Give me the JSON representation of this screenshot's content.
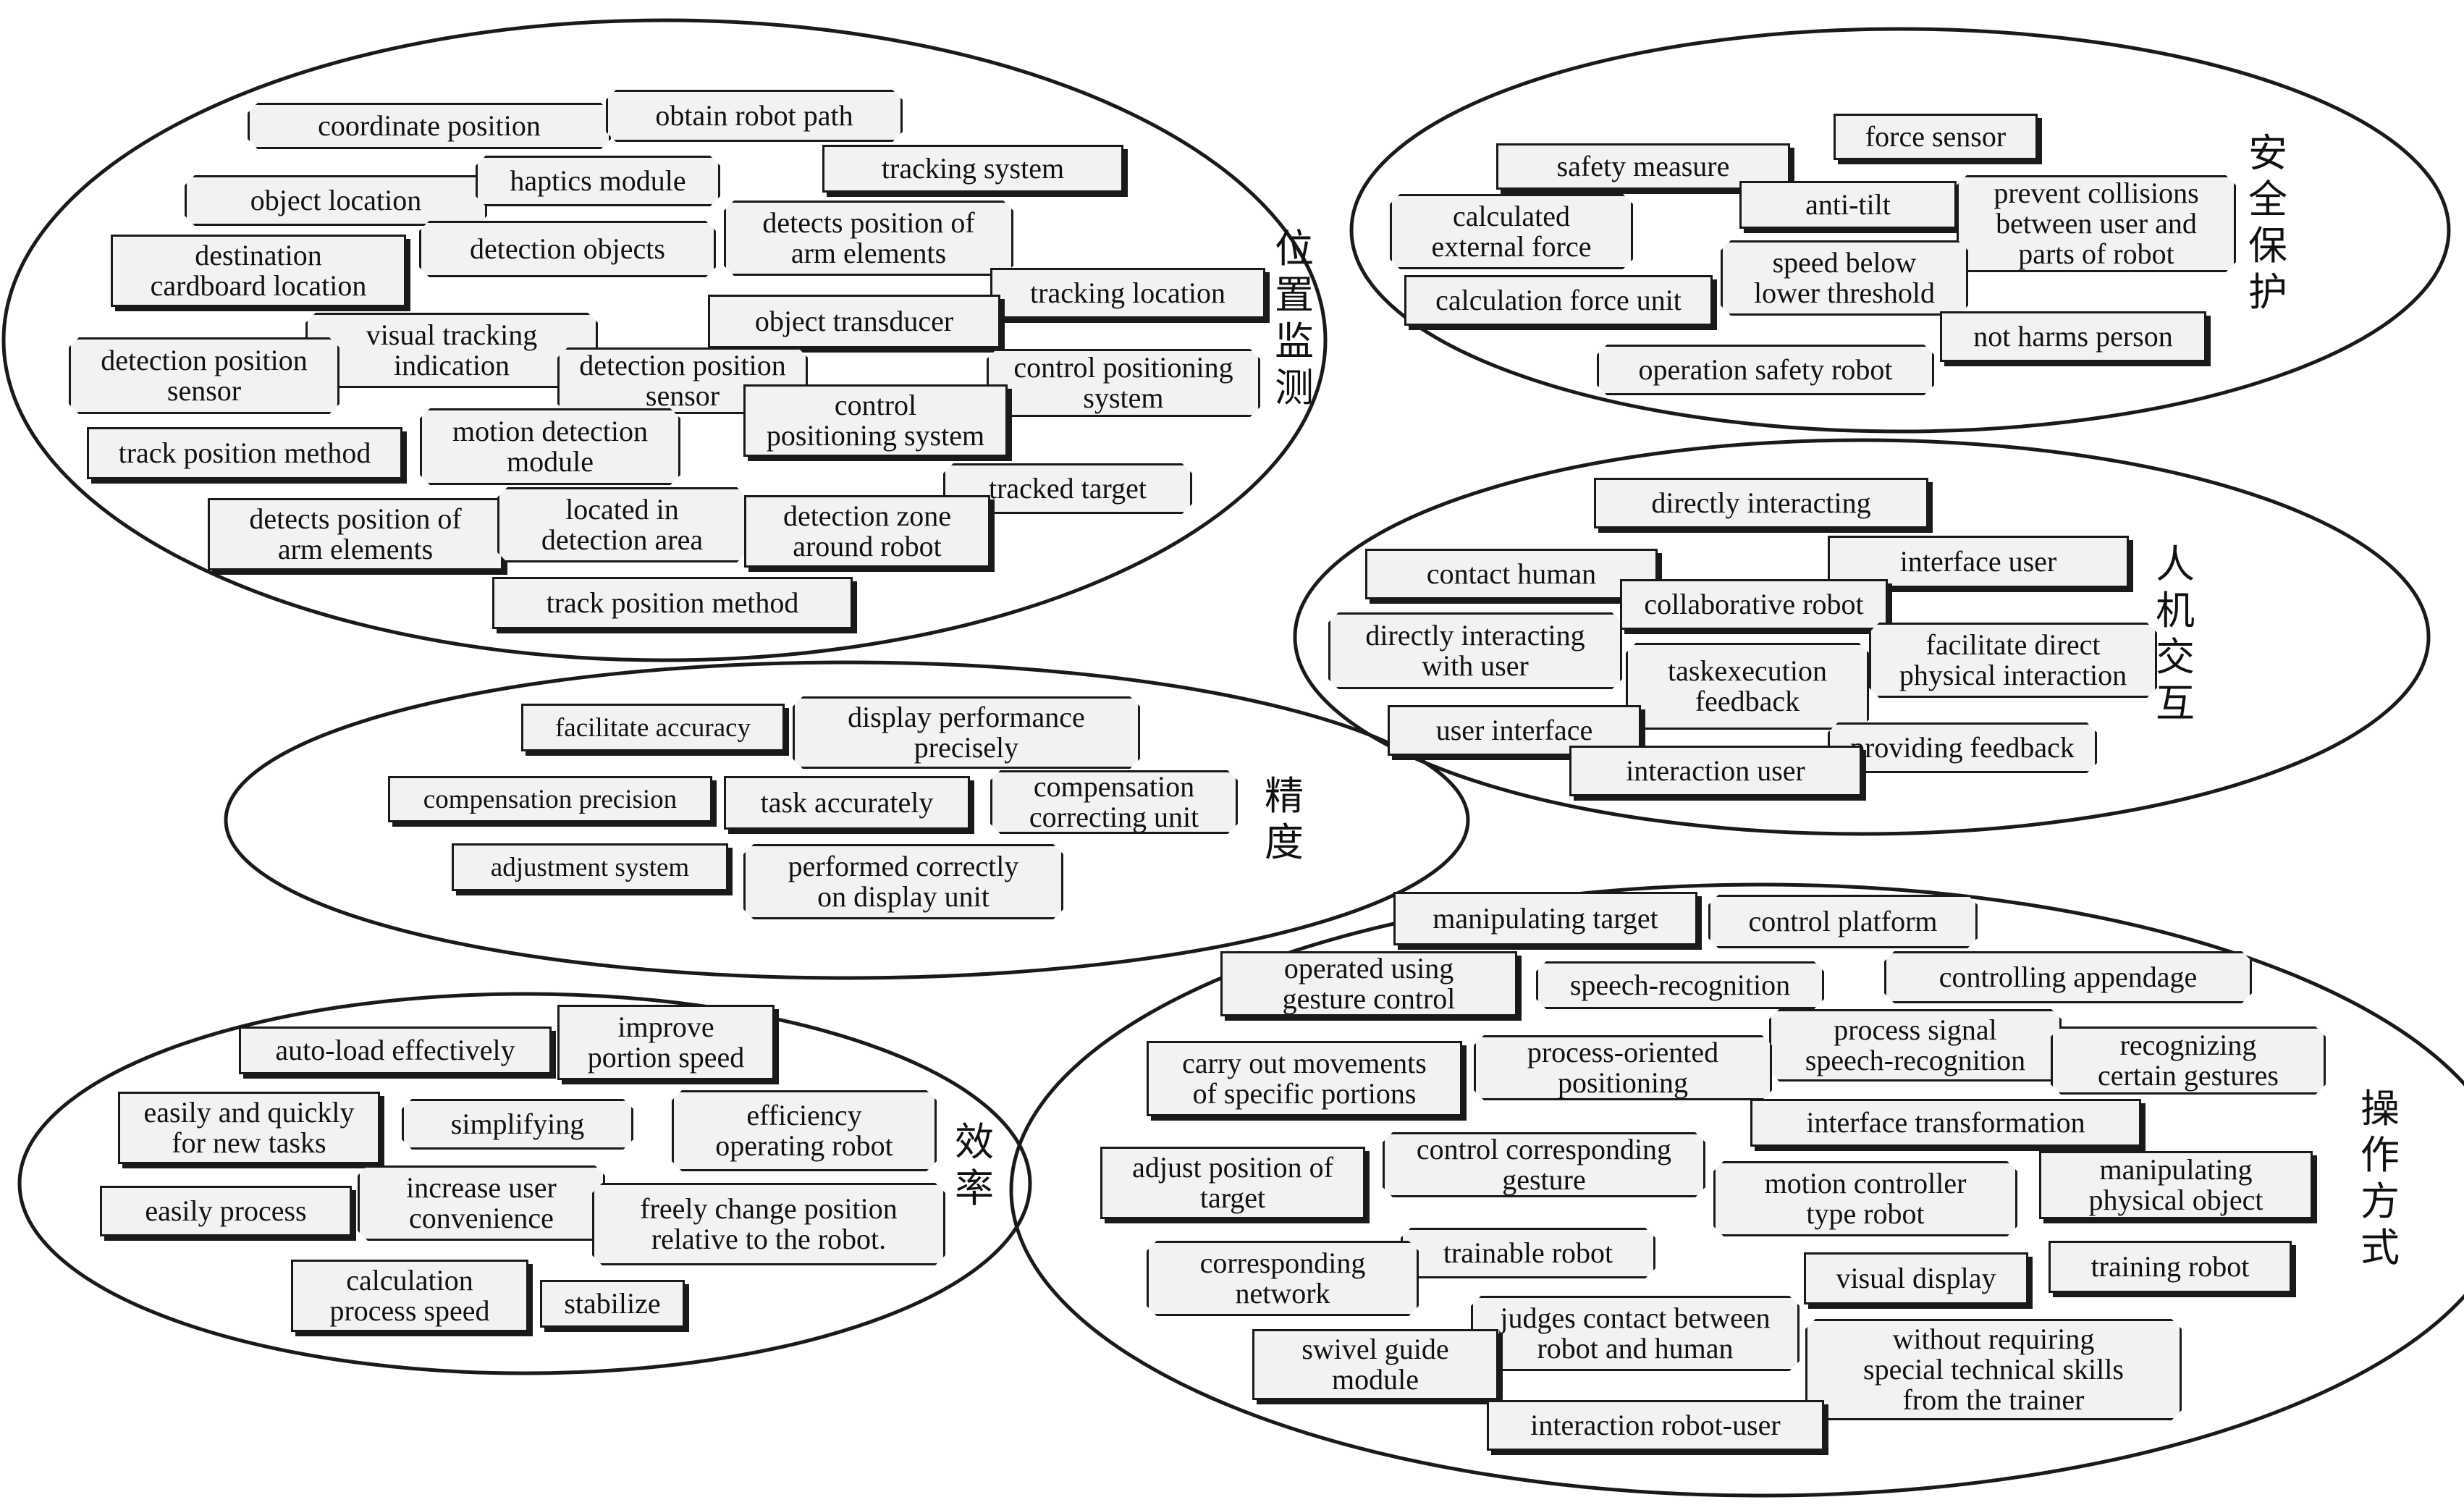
{
  "groups": [
    {
      "id": "position-monitoring",
      "label_chars": [
        "位",
        "置",
        "监",
        "测"
      ],
      "items": [
        "coordinate position",
        "obtain robot path",
        "tracking system",
        "object location",
        "haptics module",
        "detects position of\narm elements",
        "destination\ncardboard location",
        "detection objects",
        "tracking location",
        "visual tracking\nindication",
        "object transducer",
        "detection position\nsensor",
        "detection position\nsensor",
        "control positioning\nsystem",
        "control\npositioning system",
        "track position method",
        "motion detection\nmodule",
        "tracked target",
        "detects position of\narm elements",
        "located in\ndetection area",
        "detection zone\naround robot",
        "track position method"
      ]
    },
    {
      "id": "safety-protection",
      "label_chars": [
        "安",
        "全",
        "保",
        "护"
      ],
      "items": [
        "force sensor",
        "safety measure",
        "anti-tilt",
        "prevent collisions\nbetween user and\nparts of robot",
        "calculated\nexternal force",
        "speed below\nlower threshold",
        "calculation force unit",
        "not harms person",
        "operation safety robot"
      ]
    },
    {
      "id": "human-robot-interaction",
      "label_chars": [
        "人",
        "机",
        "交",
        "互"
      ],
      "items": [
        "directly interacting",
        "contact human",
        "interface user",
        "collaborative robot",
        "directly interacting\nwith user",
        "facilitate direct\nphysical interaction",
        "taskexecution\nfeedback",
        "user interface",
        "providing feedback",
        "interaction user"
      ]
    },
    {
      "id": "precision",
      "label_chars": [
        "精",
        "度"
      ],
      "items": [
        "facilitate accuracy",
        "display performance\nprecisely",
        "compensation precision",
        "task accurately",
        "compensation\ncorrecting unit",
        "adjustment system",
        "performed correctly\non display unit"
      ]
    },
    {
      "id": "efficiency",
      "label_chars": [
        "效",
        "率"
      ],
      "items": [
        "improve\nportion speed",
        "auto-load effectively",
        "easily and quickly\nfor new tasks",
        "simplifying",
        "efficiency\noperating robot",
        "increase user\nconvenience",
        "easily process",
        "freely change position\nrelative to the robot.",
        "calculation\nprocess speed",
        "stabilize"
      ]
    },
    {
      "id": "operation-mode",
      "label_chars": [
        "操",
        "作",
        "方",
        "式"
      ],
      "items": [
        "manipulating target",
        "control platform",
        "operated using\ngesture control",
        "speech-recognition",
        "controlling appendage",
        "process signal\nspeech-recognition",
        "carry out movements\nof specific portions",
        "process-oriented\npositioning",
        "recognizing\ncertain gestures",
        "interface transformation",
        "adjust position of\ntarget",
        "control corresponding\ngesture",
        "motion controller\ntype robot",
        "manipulating\nphysical object",
        "trainable robot",
        "corresponding\nnetwork",
        "visual display",
        "training robot",
        "judges contact between\nrobot and human",
        "swivel guide\nmodule",
        "without requiring\nspecial technical skills\nfrom the trainer",
        "interaction robot-user"
      ]
    }
  ],
  "colors": {
    "box_fill": "#f2f2f2",
    "stroke": "#1a1a1a"
  }
}
